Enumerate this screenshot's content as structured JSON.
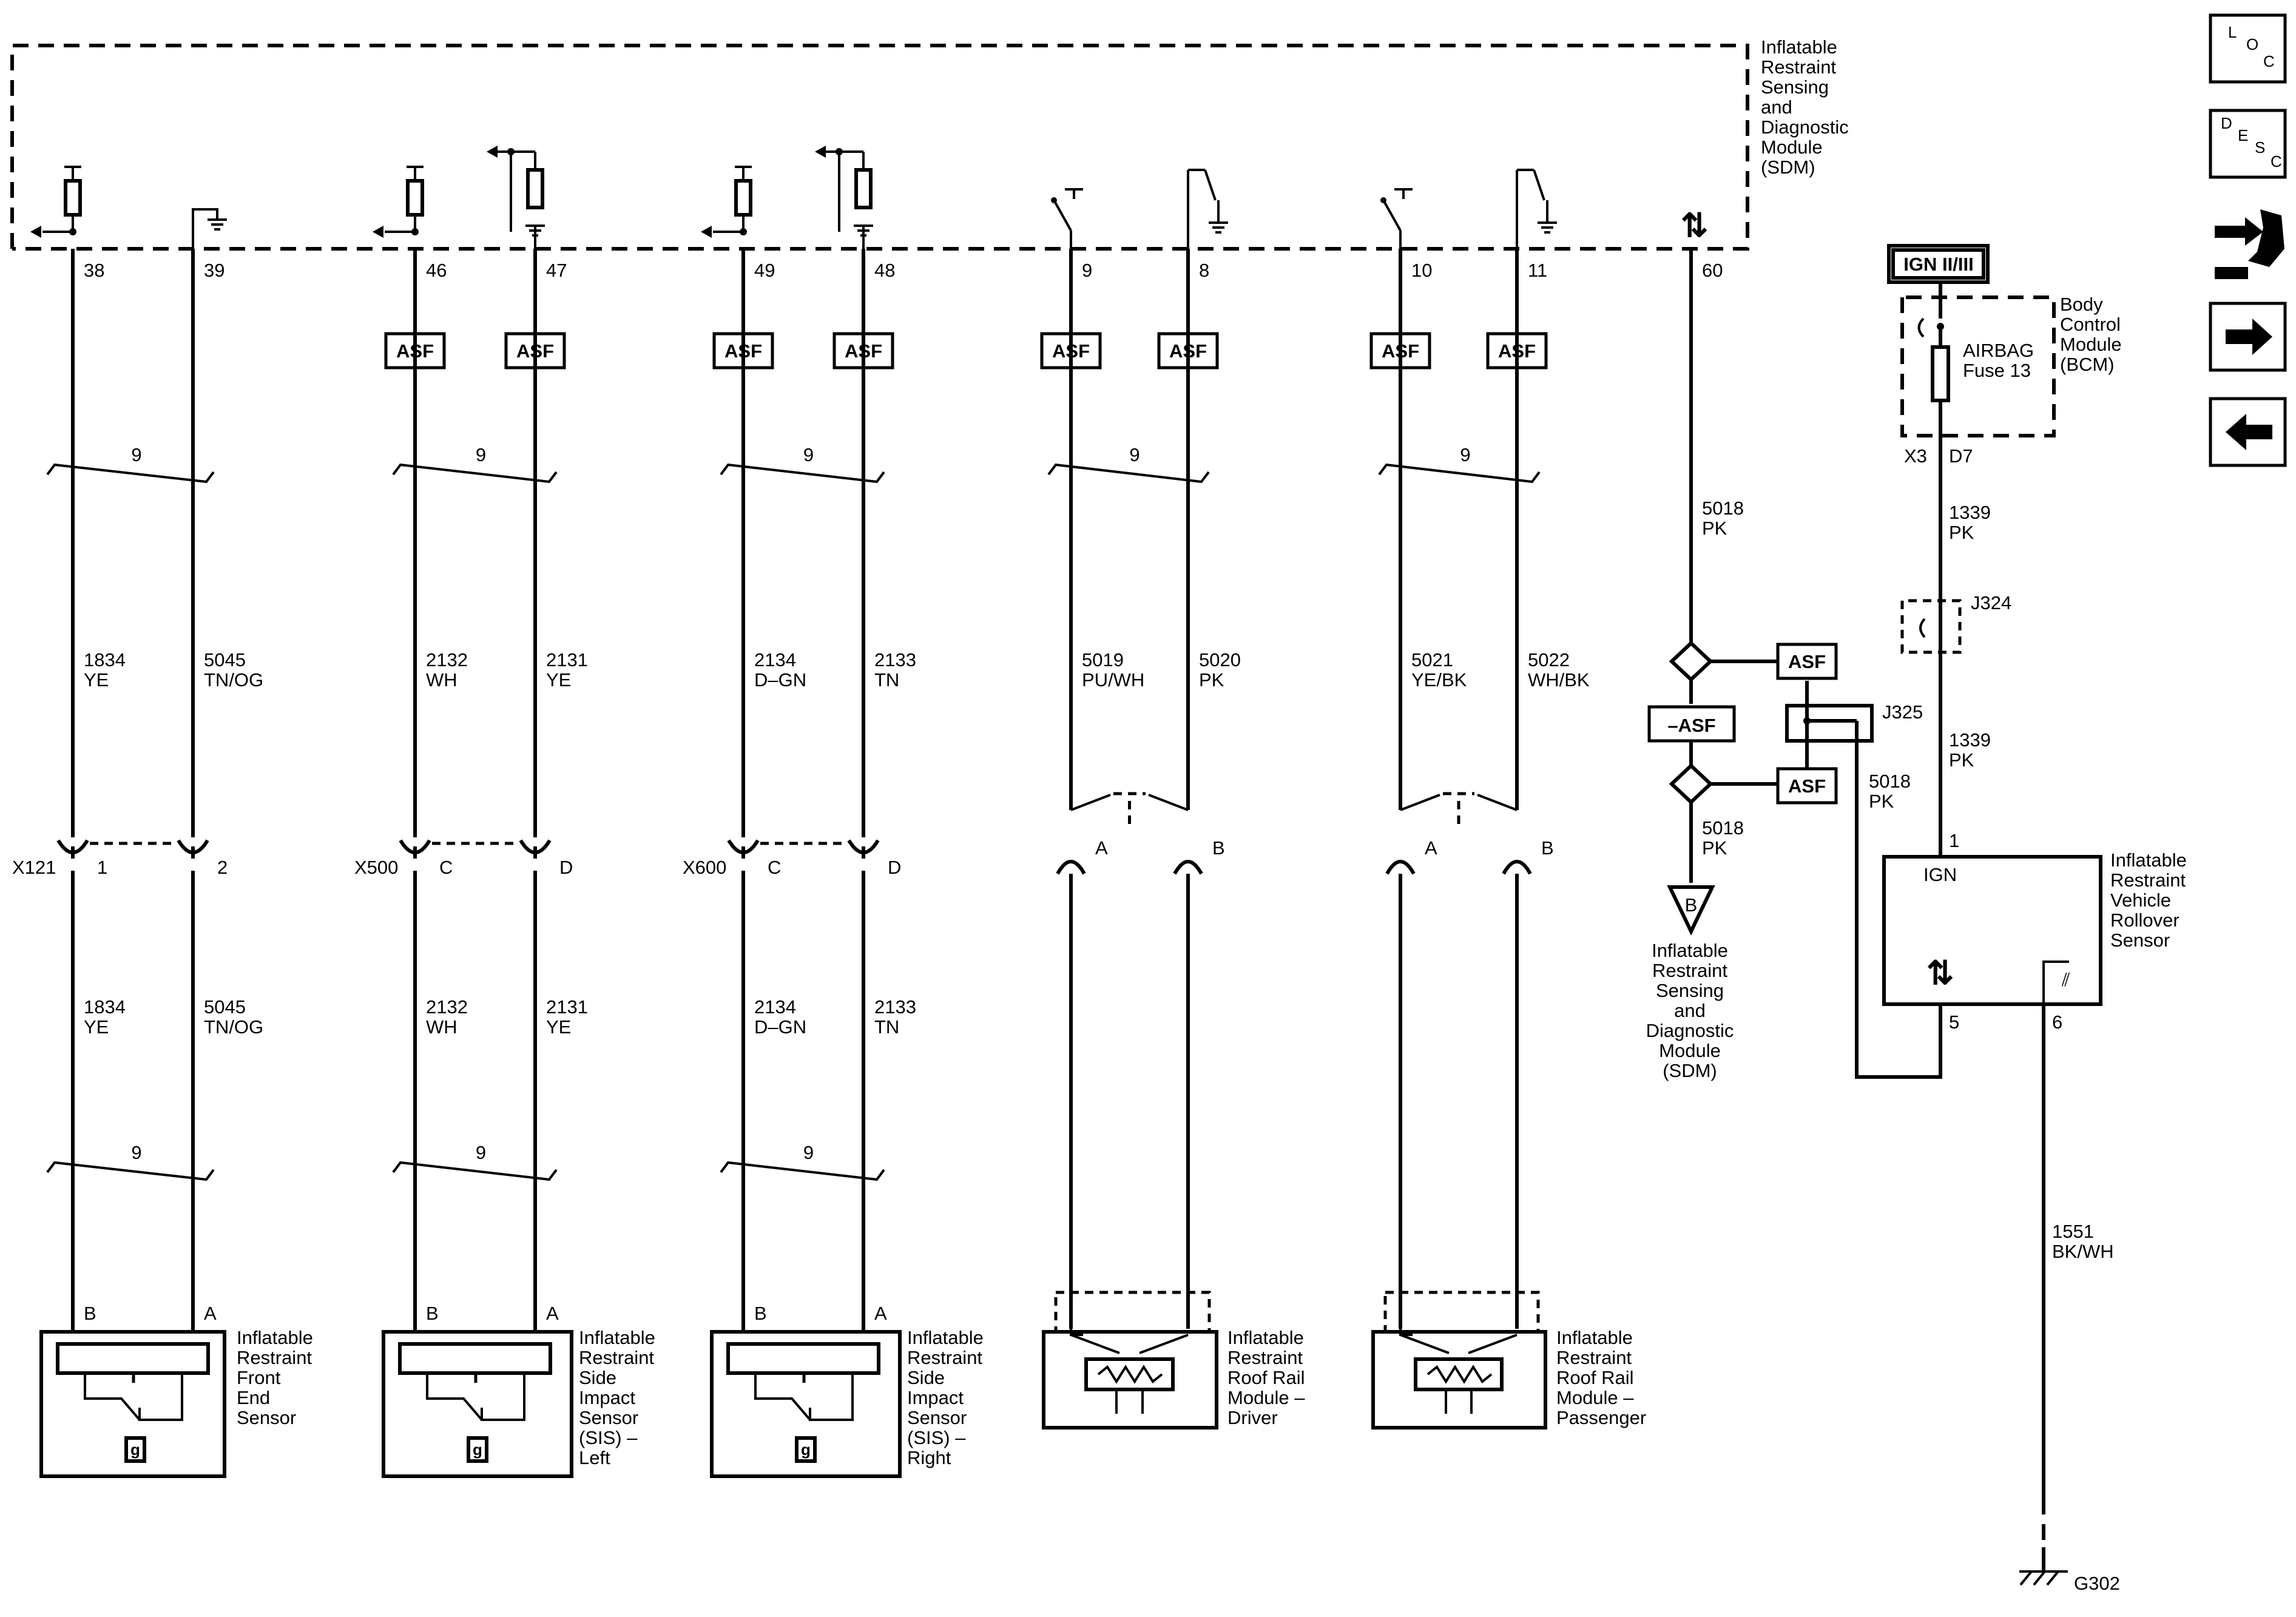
{
  "sdm_module": {
    "name": "Inflatable\nRestraint\nSensing\nand\nDiagnostic\nModule\n(SDM)",
    "pins": [
      "38",
      "39",
      "46",
      "47",
      "49",
      "48",
      "9",
      "8",
      "10",
      "11",
      "60"
    ]
  },
  "asf_label": "ASF",
  "neg_asf_label": "–ASF",
  "bundle_count": "9",
  "circuits": [
    {
      "circuit": "1834",
      "color": "YE"
    },
    {
      "circuit": "5045",
      "color": "TN/OG"
    },
    {
      "circuit": "2132",
      "color": "WH"
    },
    {
      "circuit": "2131",
      "color": "YE"
    },
    {
      "circuit": "2134",
      "color": "D–GN"
    },
    {
      "circuit": "2133",
      "color": "TN"
    },
    {
      "circuit": "5019",
      "color": "PU/WH"
    },
    {
      "circuit": "5020",
      "color": "PK"
    },
    {
      "circuit": "5021",
      "color": "YE/BK"
    },
    {
      "circuit": "5022",
      "color": "WH/BK"
    }
  ],
  "connectors": [
    {
      "name": "X121",
      "pins": [
        "1",
        "2"
      ]
    },
    {
      "name": "X500",
      "pins": [
        "C",
        "D"
      ]
    },
    {
      "name": "X600",
      "pins": [
        "C",
        "D"
      ]
    },
    {
      "name": "",
      "pins": [
        "A",
        "B"
      ]
    },
    {
      "name": "",
      "pins": [
        "A",
        "B"
      ]
    }
  ],
  "components": [
    {
      "pins": [
        "B",
        "A"
      ],
      "name": "Inflatable\nRestraint\nFront\nEnd\nSensor"
    },
    {
      "pins": [
        "B",
        "A"
      ],
      "name": "Inflatable\nRestraint\nSide\nImpact\nSensor\n(SIS) –\nLeft"
    },
    {
      "pins": [
        "B",
        "A"
      ],
      "name": "Inflatable\nRestraint\nSide\nImpact\nSensor\n(SIS) –\nRight"
    },
    {
      "pins": [],
      "name": "Inflatable\nRestraint\nRoof Rail\nModule –\nDriver"
    },
    {
      "pins": [],
      "name": "Inflatable\nRestraint\nRoof Rail\nModule –\nPassenger"
    }
  ],
  "sensor_g": "g",
  "data_line": {
    "circuit_top": "5018\nPK",
    "circuit_bottom": "5018\nPK",
    "circuit_right": "5018\nPK",
    "offpage": "B",
    "offpage_label": "Inflatable\nRestraint\nSensing\nand\nDiagnostic\nModule\n(SDM)",
    "splice": "J325"
  },
  "power": {
    "source": "IGN II/III",
    "bcm_name": "Body\nControl\nModule\n(BCM)",
    "fuse": "AIRBAG\nFuse 13",
    "conn_left": "X3",
    "conn_right": "D7",
    "circuit_top": "1339\nPK",
    "splice": "J324",
    "circuit_bottom": "1339\nPK"
  },
  "rollover": {
    "name": "Inflatable\nRestraint\nVehicle\nRollover\nSensor",
    "ign": "IGN",
    "pin_power": "1",
    "pin_data": "5",
    "pin_ground": "6",
    "ground_circuit": "1551\nBK/WH",
    "ground": "G302"
  },
  "nav": {
    "loc": [
      "L",
      "O",
      "C"
    ],
    "desc": [
      "D",
      "E",
      "S",
      "C"
    ],
    "icons": [
      "connector-tool-icon",
      "next-arrow-icon",
      "previous-arrow-icon"
    ]
  }
}
